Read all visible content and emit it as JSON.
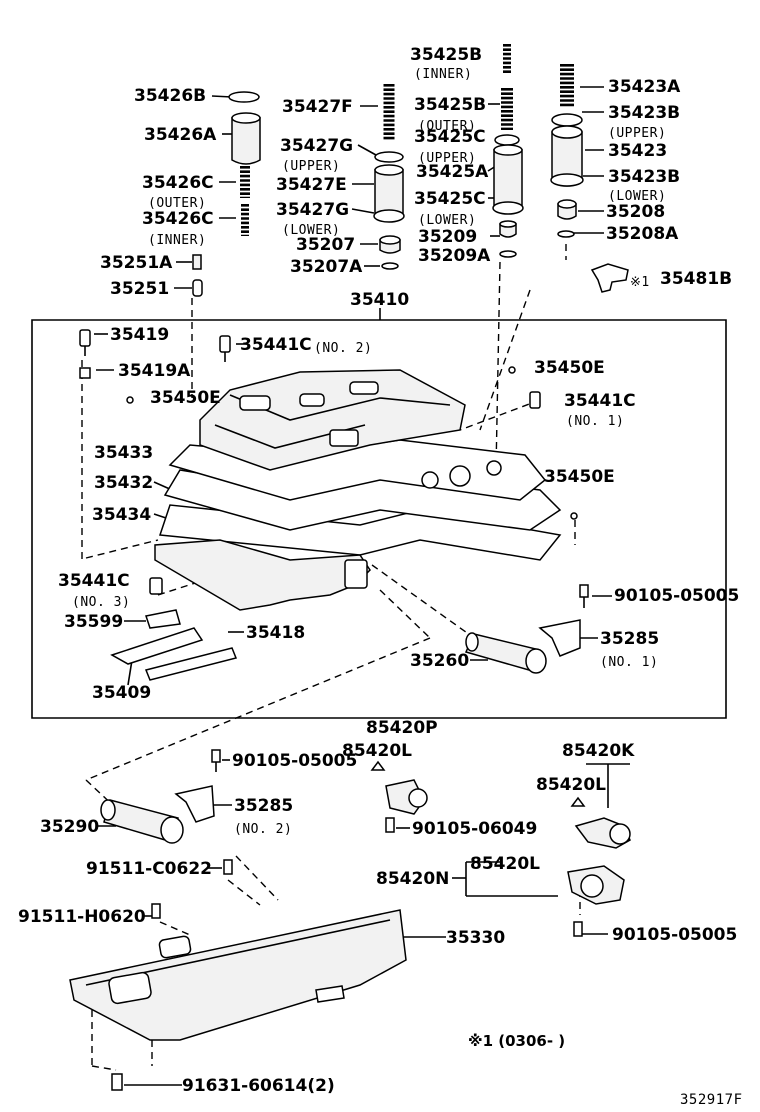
{
  "labels": {
    "35426B": "35426B",
    "35426A": "35426A",
    "35426C_outer": "35426C",
    "outer1": "(OUTER)",
    "35426C_inner": "35426C",
    "inner1": "(INNER)",
    "35251A": "35251A",
    "35251": "35251",
    "35427F": "35427F",
    "35427G_upper": "35427G",
    "upper1": "(UPPER)",
    "35427E": "35427E",
    "35427G_lower": "35427G",
    "lower1": "(LOWER)",
    "35207": "35207",
    "35207A": "35207A",
    "35425B_inner": "35425B",
    "inner2": "(INNER)",
    "35425B_outer": "35425B",
    "outer2": "(OUTER)",
    "35425C_upper": "35425C",
    "upper2": "(UPPER)",
    "35425A": "35425A",
    "35425C_lower": "35425C",
    "lower2": "(LOWER)",
    "35209": "35209",
    "35209A": "35209A",
    "35423A": "35423A",
    "35423B_upper": "35423B",
    "upper3": "(UPPER)",
    "35423": "35423",
    "35423B_lower": "35423B",
    "lower3": "(LOWER)",
    "35208": "35208",
    "35208A": "35208A",
    "35481B": "35481B",
    "note_mark": "※1",
    "35410": "35410",
    "35419": "35419",
    "35419A": "35419A",
    "35441C_no2": "35441C",
    "no2a": "(NO. 2)",
    "35450E_a": "35450E",
    "35450E_b": "35450E",
    "35441C_no1": "35441C",
    "no1a": "(NO. 1)",
    "35433": "35433",
    "35432": "35432",
    "35434": "35434",
    "35450E_c": "35450E",
    "35441C_no3": "35441C",
    "no3": "(NO. 3)",
    "90105_05005_a": "90105-05005",
    "35599": "35599",
    "35418": "35418",
    "35285_no1": "35285",
    "no1b": "(NO. 1)",
    "35260": "35260",
    "35409": "35409",
    "85420P": "85420P",
    "85420L_a": "85420L",
    "85420K": "85420K",
    "85420L_b": "85420L",
    "90105_05005_b": "90105-05005",
    "35285_no2": "35285",
    "no2b": "(NO. 2)",
    "35290": "35290",
    "90105_06049": "90105-06049",
    "91511_C0622": "91511-C0622",
    "85420N": "85420N",
    "85420L_c": "85420L",
    "91511_H0620": "91511-H0620",
    "35330": "35330",
    "90105_05005_c": "90105-05005",
    "note_text": "※1 (0306-     )",
    "91631_60614": "91631-60614(2)",
    "diagram_id": "352917F"
  }
}
